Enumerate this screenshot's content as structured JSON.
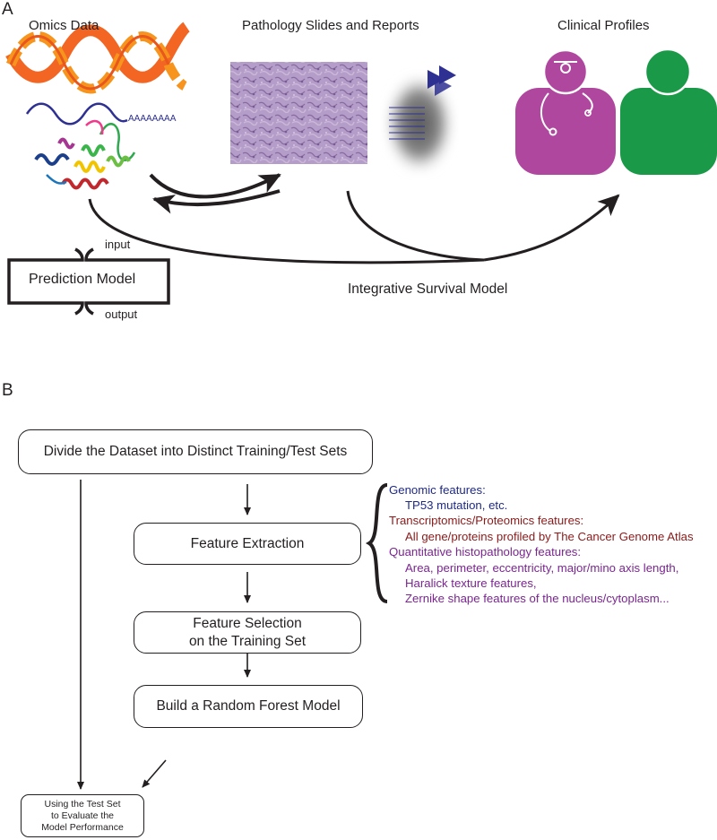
{
  "panel_a": {
    "label": "A",
    "omics_title": "Omics Data",
    "pathology_title": "Pathology Slides and Reports",
    "clinical_title": "Clinical Profiles",
    "polya": "AAAAAAAA",
    "prediction_model": "Prediction Model",
    "input_label": "input",
    "output_label": "output",
    "integrative_label": "Integrative Survival Model"
  },
  "panel_b": {
    "label": "B",
    "steps": {
      "divide": "Divide the Dataset into Distinct Training/Test Sets",
      "extraction": "Feature Extraction",
      "selection_line1": "Feature Selection",
      "selection_line2": "on the Training Set",
      "random_forest": "Build a Random Forest Model",
      "evaluate_line1": "Using the Test Set",
      "evaluate_line2": "to Evaluate the",
      "evaluate_line3": "Model Performance"
    },
    "features": [
      {
        "text": "Genomic features:",
        "color": "#1f2a86"
      },
      {
        "text": "TP53 mutation, etc.",
        "color": "#1f2a86"
      },
      {
        "text": "Transcriptomics/Proteomics features:",
        "color": "#8a1a1a"
      },
      {
        "text": "All gene/proteins profiled by The Cancer Genome Atlas",
        "color": "#8a1a1a"
      },
      {
        "text": "Quantitative histopathology features:",
        "color": "#7a2590"
      },
      {
        "text": "Area, perimeter, eccentricity, major/mino axis length,",
        "color": "#7a2590"
      },
      {
        "text": "Haralick texture features,",
        "color": "#7a2590"
      },
      {
        "text": "Zernike shape features of the nucleus/cytoplasm...",
        "color": "#7a2590"
      }
    ]
  },
  "colors": {
    "dna": "#f26522",
    "rna": "#2e3192",
    "doctor": "#b0479e",
    "patient": "#1a9a48",
    "tissue": "#b79ac9",
    "report": "#2e3192",
    "line": "#231f20"
  }
}
